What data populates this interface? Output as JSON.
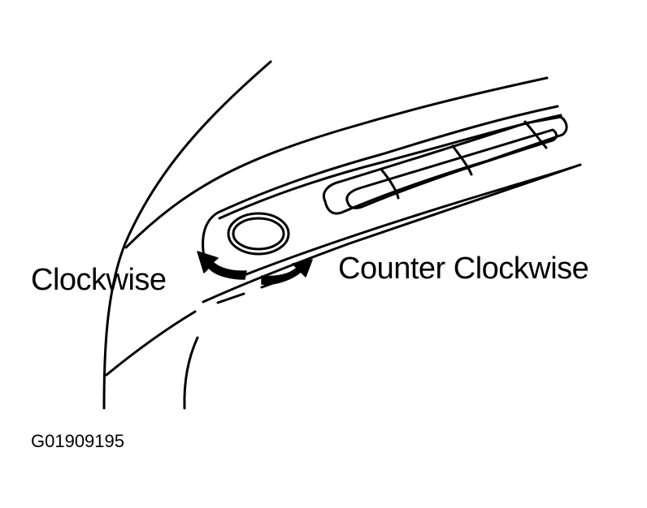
{
  "labels": {
    "clockwise": "Clockwise",
    "counter_clockwise": "Counter Clockwise"
  },
  "figure_id": "G01909195",
  "colors": {
    "line": "#000000",
    "background": "#ffffff"
  }
}
